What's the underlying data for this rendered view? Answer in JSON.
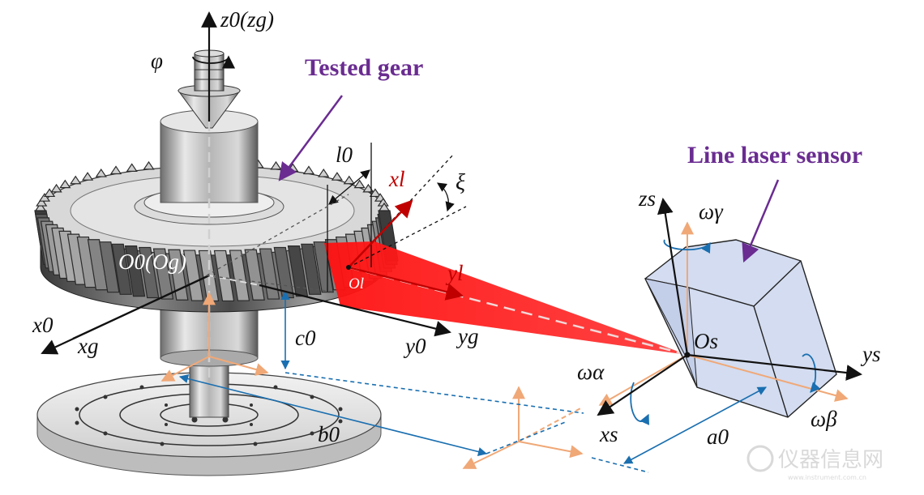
{
  "labels": {
    "tested_gear": "Tested gear",
    "line_laser_sensor": "Line laser sensor",
    "z0_zg": "z0(zg)",
    "phi": "φ",
    "l0": "l0",
    "xl": "xl",
    "xi": "ξ",
    "yl": "yl",
    "O0_Og": "O0(Og)",
    "Ol": "Ol",
    "x0": "x0",
    "xg": "xg",
    "c0": "c0",
    "y0": "y0",
    "yg": "yg",
    "b0": "b0",
    "zs": "zs",
    "omega_gamma": "ωγ",
    "Os": "Os",
    "ys": "ys",
    "omega_alpha": "ωα",
    "xs": "xs",
    "a0": "a0",
    "omega_beta": "ωβ"
  },
  "watermark": {
    "text": "仪器信息网",
    "url": "www.instrument.com.cn"
  },
  "colors": {
    "title_purple": "#6a2c91",
    "laser_red": "#ff2020",
    "axis_red": "#c00000",
    "axis_black": "#111111",
    "dim_blue": "#1a6fb0",
    "peach_axes": "#f0a877",
    "sensor_body": "#cdd8f0",
    "metal": "#9a9a9a"
  }
}
